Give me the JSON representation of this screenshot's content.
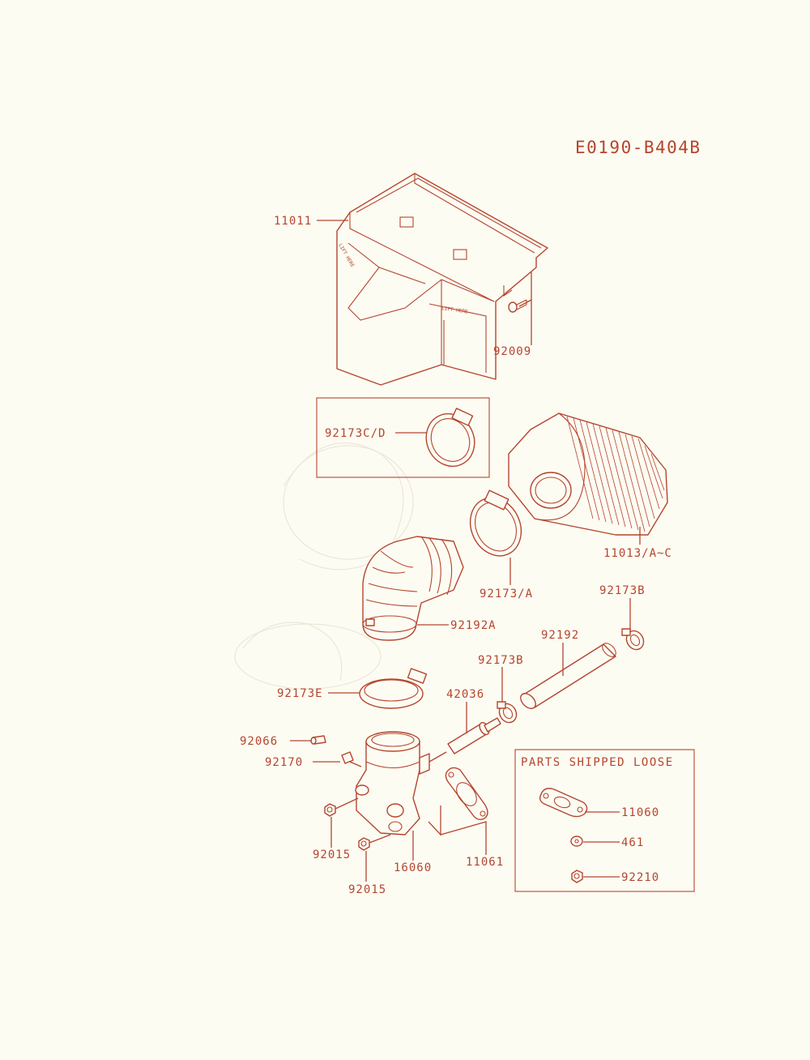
{
  "diagram_code": "E0190-B404B",
  "loose_box_title": "PARTS SHIPPED LOOSE",
  "labels": {
    "p11011": "11011",
    "p92009": "92009",
    "p92173CD": "92173C/D",
    "p11013": "11013/A~C",
    "p92173A": "92173/A",
    "p92173B_top": "92173B",
    "p92192A": "92192A",
    "p92192": "92192",
    "p92173B_mid": "92173B",
    "p92173E": "92173E",
    "p42036": "42036",
    "p92066": "92066",
    "p92170": "92170",
    "p92015_a": "92015",
    "p92015_b": "92015",
    "p16060": "16060",
    "p11061": "11061",
    "p11060": "11060",
    "p461": "461",
    "p92210": "92210"
  },
  "colors": {
    "line": "#b5452c",
    "background": "#fdfcf3"
  }
}
